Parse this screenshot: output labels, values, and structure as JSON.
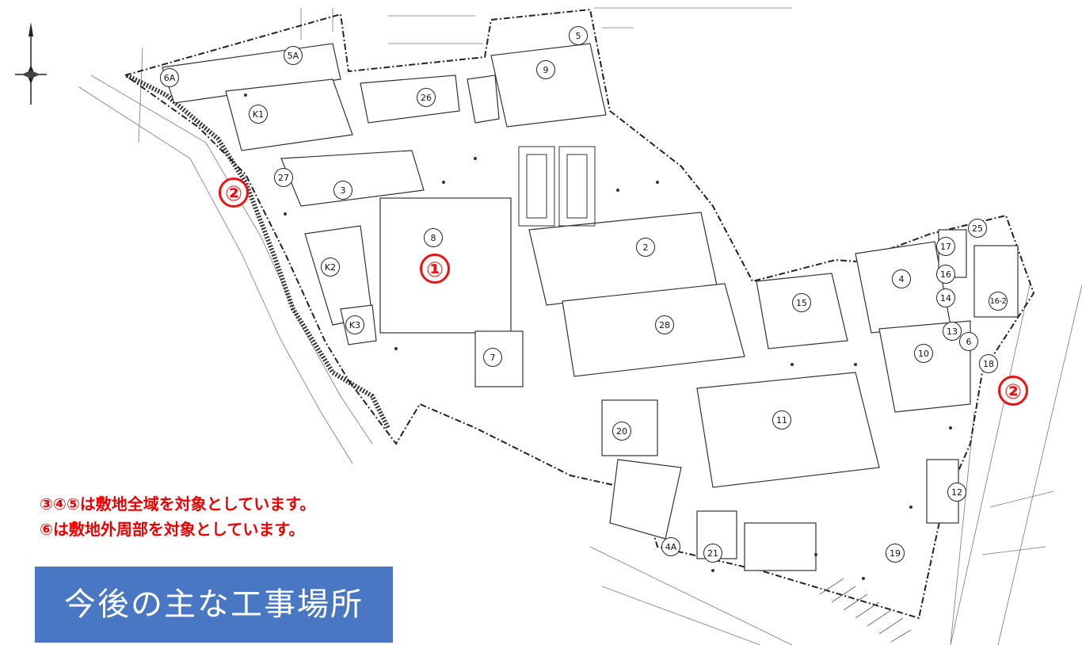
{
  "title": "今後の主な工事場所",
  "notes": [
    "③④⑤は敷地全域を対象としています。",
    "⑥は敷地外周部を対象としています。"
  ],
  "construction_areas": [
    {
      "id": "area-1",
      "label": "①"
    },
    {
      "id": "area-2-west",
      "label": "②"
    },
    {
      "id": "area-2-east",
      "label": "②"
    }
  ],
  "buildings": [
    {
      "id": "b1",
      "label": "①"
    },
    {
      "id": "b2",
      "label": "2"
    },
    {
      "id": "b3",
      "label": "3"
    },
    {
      "id": "b4",
      "label": "4"
    },
    {
      "id": "b5",
      "label": "5"
    },
    {
      "id": "b5a",
      "label": "5A"
    },
    {
      "id": "b6",
      "label": "6"
    },
    {
      "id": "b6a",
      "label": "6A"
    },
    {
      "id": "b7",
      "label": "7"
    },
    {
      "id": "b8",
      "label": "8"
    },
    {
      "id": "b9",
      "label": "9"
    },
    {
      "id": "b10",
      "label": "10"
    },
    {
      "id": "b11",
      "label": "11"
    },
    {
      "id": "b12",
      "label": "12"
    },
    {
      "id": "b13",
      "label": "13"
    },
    {
      "id": "b14",
      "label": "14"
    },
    {
      "id": "b15",
      "label": "15"
    },
    {
      "id": "b16",
      "label": "16"
    },
    {
      "id": "b16-2",
      "label": "16-2"
    },
    {
      "id": "b17",
      "label": "17"
    },
    {
      "id": "b18",
      "label": "18"
    },
    {
      "id": "b19",
      "label": "19"
    },
    {
      "id": "b20",
      "label": "20"
    },
    {
      "id": "b21",
      "label": "21"
    },
    {
      "id": "b25",
      "label": "25"
    },
    {
      "id": "b26",
      "label": "26"
    },
    {
      "id": "b27",
      "label": "27"
    },
    {
      "id": "b28",
      "label": "28"
    },
    {
      "id": "k1",
      "label": "K1"
    },
    {
      "id": "k2",
      "label": "K2"
    },
    {
      "id": "k3",
      "label": "K3"
    },
    {
      "id": "b4a",
      "label": "4A"
    }
  ],
  "colors": {
    "accent_red": "#ee1111",
    "title_bg": "#4a77c3",
    "line": "#222222"
  }
}
